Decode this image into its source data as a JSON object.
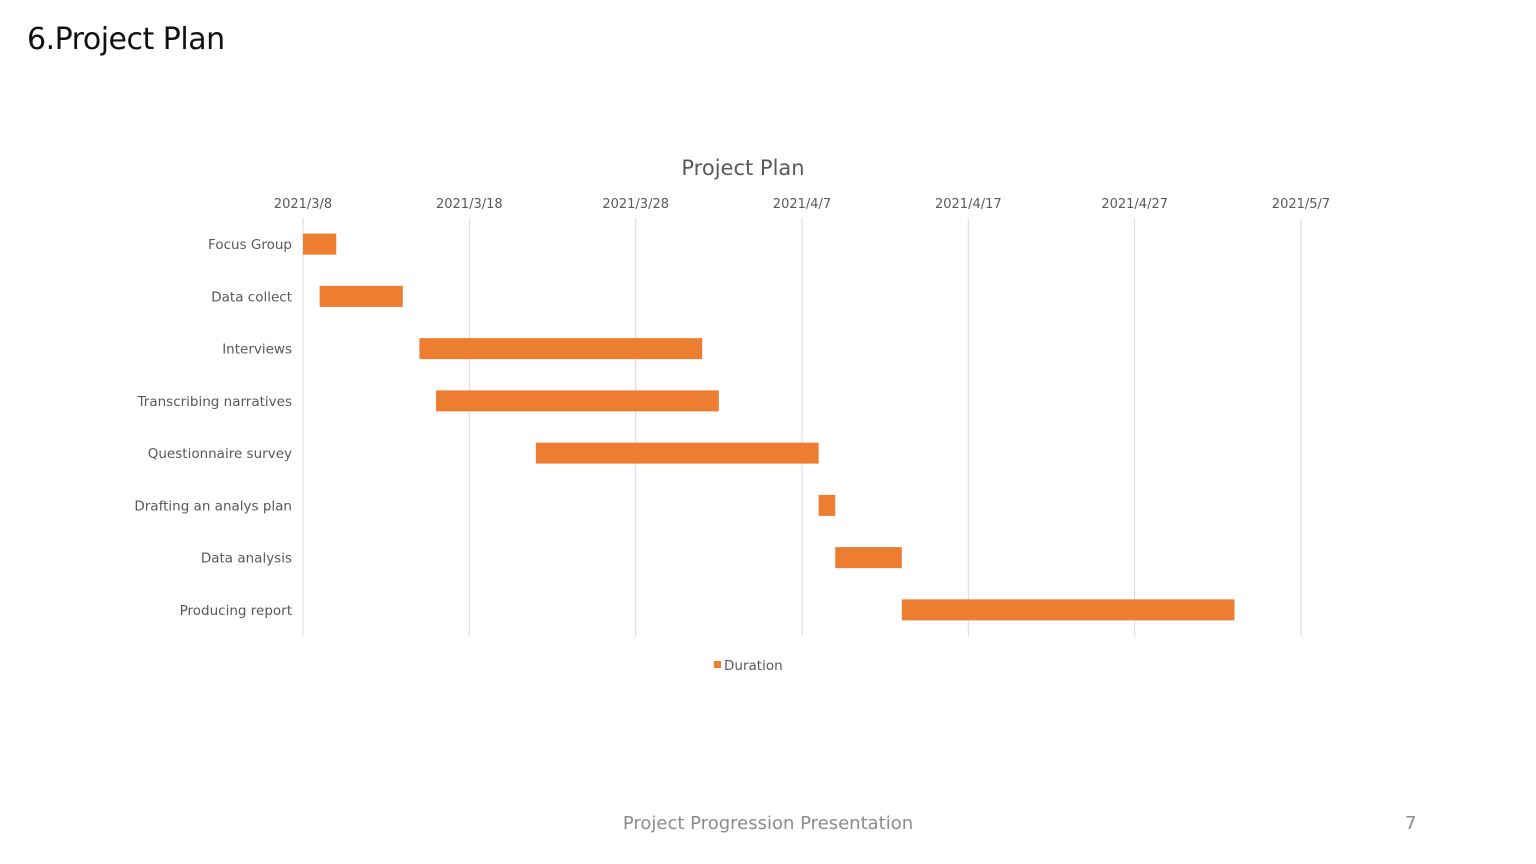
{
  "slide": {
    "title": "6.Project Plan",
    "footer": "Project Progression Presentation",
    "page_number": "7"
  },
  "chart_data": {
    "type": "bar",
    "orientation": "horizontal",
    "stacked": true,
    "title": "Project Plan",
    "x_axis": {
      "type": "date",
      "position": "top",
      "range": [
        "2021-03-08",
        "2021-05-07"
      ],
      "tick_step_days": 10,
      "tick_labels": [
        "2021/3/8",
        "2021/3/18",
        "2021/3/28",
        "2021/4/7",
        "2021/4/17",
        "2021/4/27",
        "2021/5/7"
      ]
    },
    "categories": [
      "Focus Group",
      "Data collect",
      "Interviews",
      "Transcribing narratives",
      "Questionnaire survey",
      "Drafting an analys plan",
      "Data analysis",
      "Producing report"
    ],
    "start_dates": [
      "2021-03-08",
      "2021-03-09",
      "2021-03-15",
      "2021-03-16",
      "2021-03-22",
      "2021-04-08",
      "2021-04-09",
      "2021-04-13"
    ],
    "series": [
      {
        "name": "Duration",
        "color": "#ED7D31",
        "values": [
          2,
          5,
          17,
          17,
          17,
          1,
          4,
          20
        ]
      }
    ],
    "grid": true,
    "legend": "bottom"
  }
}
